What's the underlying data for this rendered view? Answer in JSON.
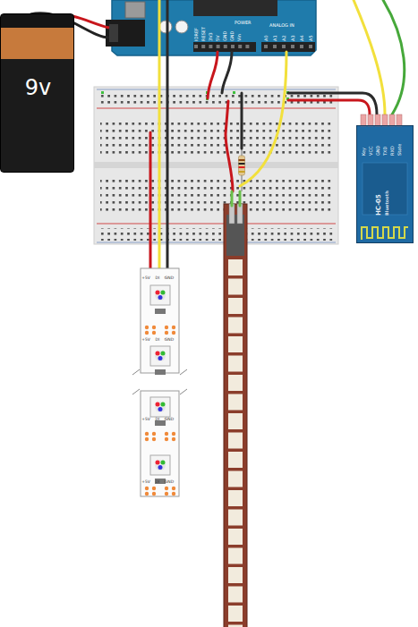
{
  "diagram": {
    "nodes": [
      {
        "text": [
          "9v"
        ]
      },
      {
        "text": [
          "HC-05",
          "Bluetooth"
        ]
      }
    ],
    "labels": [
      "IOREF",
      "RESET",
      "3V3",
      "5V",
      "GND",
      "GND",
      "Vin",
      "POWER",
      "ANALOG IN",
      "A0",
      "A1",
      "A2",
      "A3",
      "A4",
      "A5",
      "Key",
      "VCC",
      "GND",
      "TXD",
      "RXD",
      "State",
      "+5V",
      "DI",
      "GND",
      "+5V",
      "DI",
      "GND",
      "+5V",
      "DI",
      "GND",
      "+5V",
      "DI",
      "GND"
    ]
  }
}
